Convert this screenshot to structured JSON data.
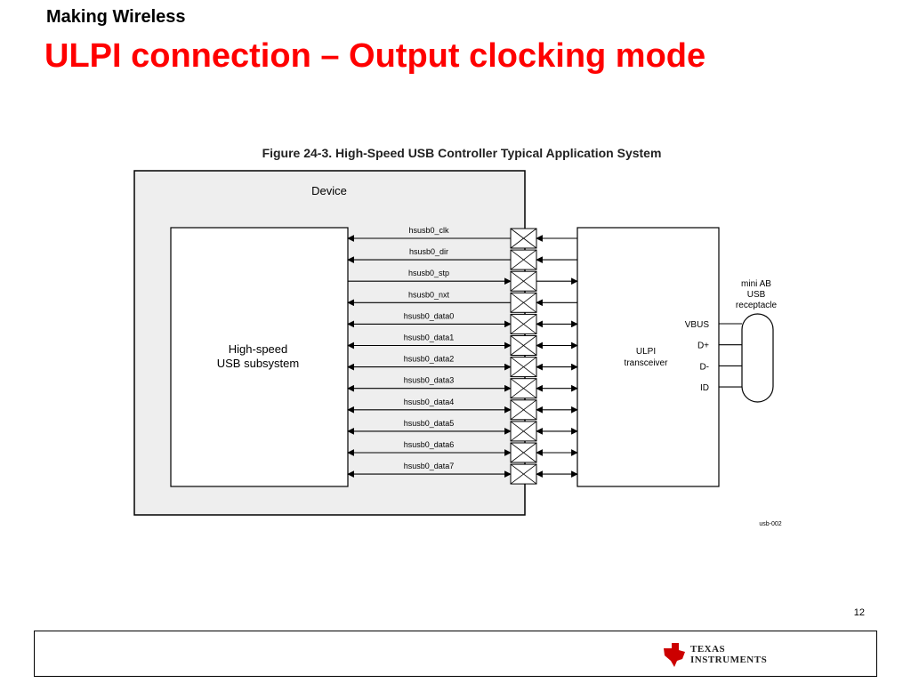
{
  "slide": {
    "kicker": "Making Wireless",
    "title": "ULPI connection – Output clocking mode",
    "page_number": "12"
  },
  "figure": {
    "caption": "Figure 24-3. High-Speed USB Controller Typical Application System",
    "device_label": "Device",
    "subsystem_label_lines": [
      "High-speed",
      "USB subsystem"
    ],
    "transceiver_label_lines": [
      "ULPI",
      "transceiver"
    ],
    "receptacle_label_lines": [
      "mini AB",
      "USB",
      "receptacle"
    ],
    "usb_pins": [
      "VBUS",
      "D+",
      "D-",
      "ID"
    ],
    "figure_id": "usb-002",
    "signals": [
      {
        "name": "hsusb0_clk",
        "direction": "in"
      },
      {
        "name": "hsusb0_dir",
        "direction": "in"
      },
      {
        "name": "hsusb0_stp",
        "direction": "out"
      },
      {
        "name": "hsusb0_nxt",
        "direction": "in"
      },
      {
        "name": "hsusb0_data0",
        "direction": "bidir"
      },
      {
        "name": "hsusb0_data1",
        "direction": "bidir"
      },
      {
        "name": "hsusb0_data2",
        "direction": "bidir"
      },
      {
        "name": "hsusb0_data3",
        "direction": "bidir"
      },
      {
        "name": "hsusb0_data4",
        "direction": "bidir"
      },
      {
        "name": "hsusb0_data5",
        "direction": "bidir"
      },
      {
        "name": "hsusb0_data6",
        "direction": "bidir"
      },
      {
        "name": "hsusb0_data7",
        "direction": "bidir"
      }
    ]
  },
  "footer": {
    "logo_text_lines": [
      "TEXAS",
      "INSTRUMENTS"
    ],
    "logo_color": "#cc0000"
  },
  "colors": {
    "title": "#ff0000",
    "device_fill": "#eeeeee",
    "line": "#000000"
  }
}
